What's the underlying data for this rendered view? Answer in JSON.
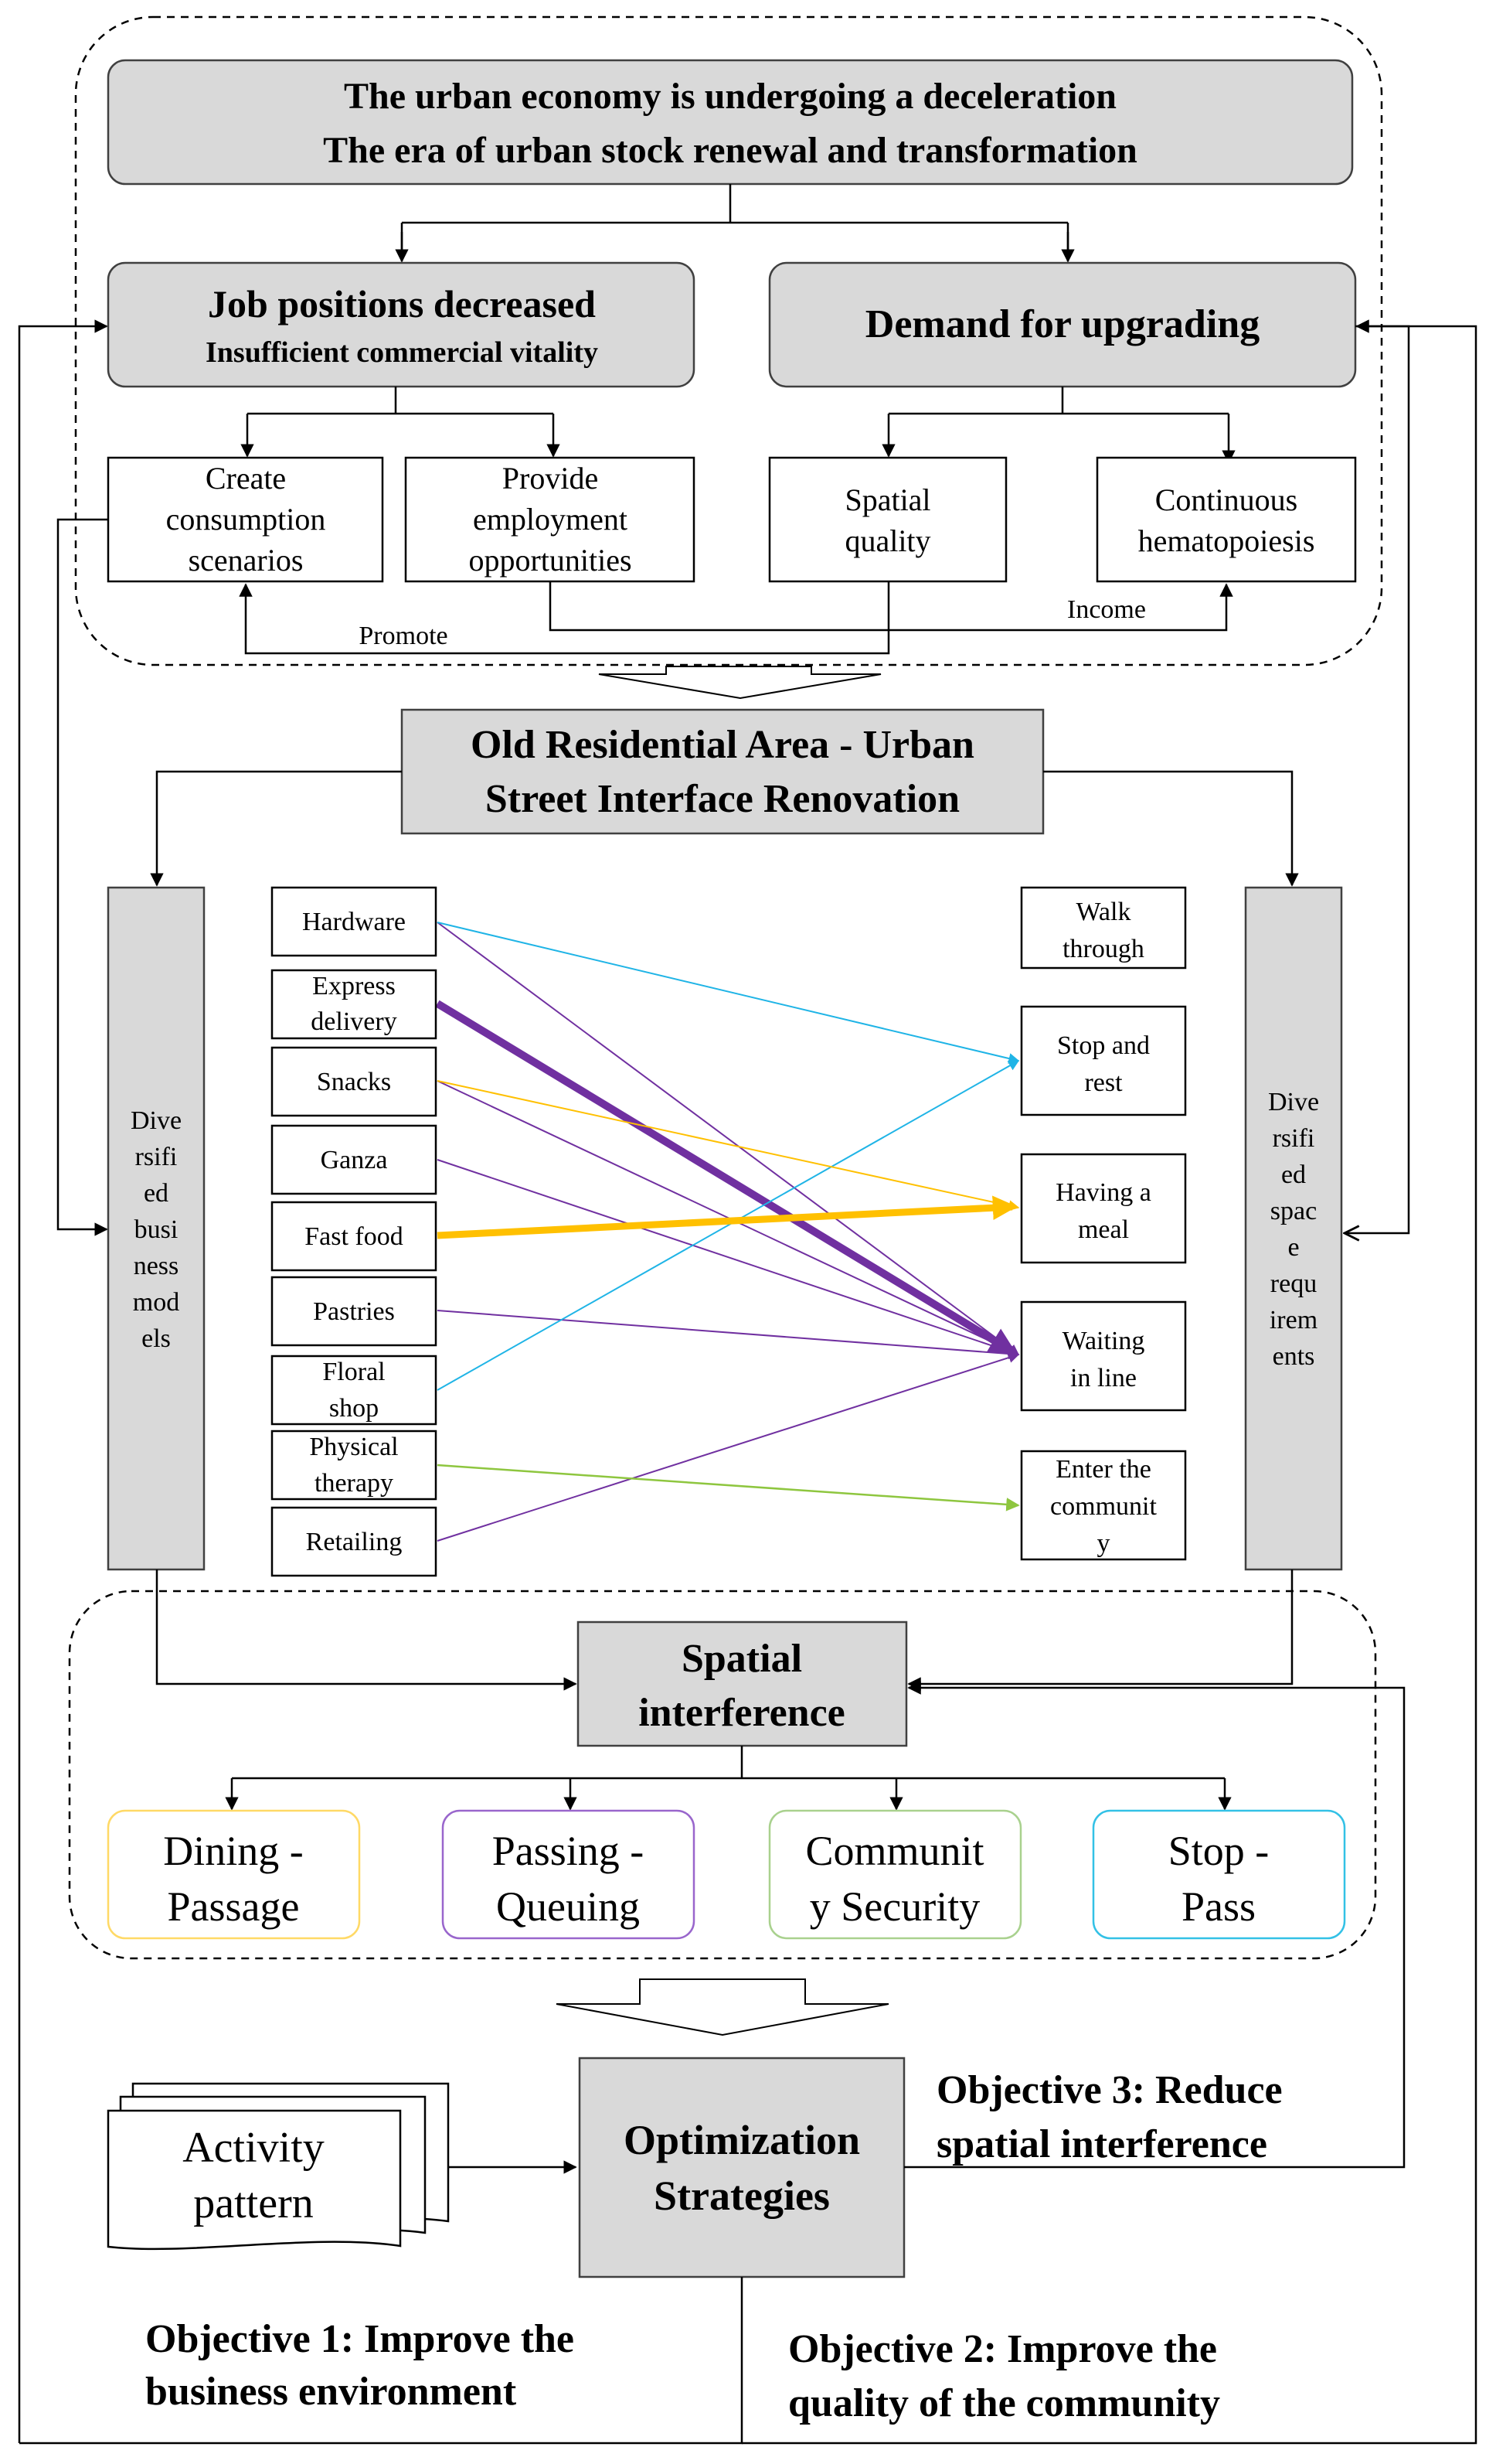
{
  "top_box": {
    "line1": "The urban economy is undergoing a deceleration",
    "line2": "The era of urban stock renewal and transformation"
  },
  "job_box": {
    "line1": "Job positions decreased",
    "line2": "Insufficient commercial vitality"
  },
  "demand_box": {
    "label": "Demand for upgrading"
  },
  "sub_boxes": {
    "consumption": [
      "Create",
      "consumption",
      "scenarios"
    ],
    "employment": [
      "Provide",
      "employment",
      "opportunities"
    ],
    "spatial_quality": [
      "Spatial",
      "quality"
    ],
    "hematopoiesis": [
      "Continuous",
      "hematopoiesis"
    ]
  },
  "edge_labels": {
    "promote": "Promote",
    "income": "Income"
  },
  "renovation_box": {
    "line1": "Old Residential Area - Urban",
    "line2": "Street Interface Renovation"
  },
  "left_column": [
    "Dive",
    "rsifi",
    "ed",
    "busi",
    "ness",
    "mod",
    "els"
  ],
  "right_column": [
    "Dive",
    "rsifi",
    "ed",
    "spac",
    "e",
    "requ",
    "irem",
    "ents"
  ],
  "business_types": [
    [
      "Hardware"
    ],
    [
      "Express",
      "delivery"
    ],
    [
      "Snacks"
    ],
    [
      "Ganza"
    ],
    [
      "Fast food"
    ],
    [
      "Pastries"
    ],
    [
      "Floral",
      "shop"
    ],
    [
      "Physical",
      "therapy"
    ],
    [
      "Retailing"
    ]
  ],
  "space_requirements": [
    [
      "Walk",
      "through"
    ],
    [
      "Stop and",
      "rest"
    ],
    [
      "Having a",
      "meal"
    ],
    [
      "Waiting",
      "in line"
    ],
    [
      "Enter the",
      "communit",
      "y"
    ]
  ],
  "colors": {
    "box_fill": "#d9d9d9",
    "blue": "#1fb4e6",
    "purple": "#7030a0",
    "orange": "#ffc000",
    "green": "#8ec63f",
    "dining_border": "#ffd966",
    "passing_border": "#9966cc",
    "community_border": "#a9d18e",
    "stop_border": "#33c1e6"
  },
  "links": [
    {
      "from": "Hardware",
      "to": "Stop and rest",
      "color": "blue",
      "weight": "thin"
    },
    {
      "from": "Hardware",
      "to": "Waiting in line",
      "color": "purple",
      "weight": "thin"
    },
    {
      "from": "Express delivery",
      "to": "Waiting in line",
      "color": "purple",
      "weight": "thick"
    },
    {
      "from": "Snacks",
      "to": "Having a meal",
      "color": "orange",
      "weight": "thin"
    },
    {
      "from": "Snacks",
      "to": "Waiting in line",
      "color": "purple",
      "weight": "thin"
    },
    {
      "from": "Ganza",
      "to": "Waiting in line",
      "color": "purple",
      "weight": "thin"
    },
    {
      "from": "Fast food",
      "to": "Having a meal",
      "color": "orange",
      "weight": "thick"
    },
    {
      "from": "Pastries",
      "to": "Waiting in line",
      "color": "purple",
      "weight": "thin"
    },
    {
      "from": "Floral shop",
      "to": "Stop and rest",
      "color": "blue",
      "weight": "thin"
    },
    {
      "from": "Physical therapy",
      "to": "Enter the community",
      "color": "green",
      "weight": "thin"
    },
    {
      "from": "Retailing",
      "to": "Waiting in line",
      "color": "purple",
      "weight": "thin"
    }
  ],
  "interference_box": {
    "line1": "Spatial",
    "line2": "interference"
  },
  "conflicts": [
    {
      "lines": [
        "Dining -",
        "Passage"
      ],
      "color": "dining_border"
    },
    {
      "lines": [
        "Passing -",
        "Queuing"
      ],
      "color": "passing_border"
    },
    {
      "lines": [
        "Communit",
        "y Security"
      ],
      "color": "community_border"
    },
    {
      "lines": [
        "Stop -",
        "Pass"
      ],
      "color": "stop_border"
    }
  ],
  "activity_doc": {
    "line1": "Activity",
    "line2": "pattern"
  },
  "optimization_box": {
    "line1": "Optimization",
    "line2": "Strategies"
  },
  "objectives": {
    "obj3": [
      "Objective 3: Reduce",
      "spatial interference"
    ],
    "obj1": [
      "Objective 1: Improve the",
      "business environment"
    ],
    "obj2": [
      "Objective 2: Improve the",
      "quality of the community"
    ]
  }
}
